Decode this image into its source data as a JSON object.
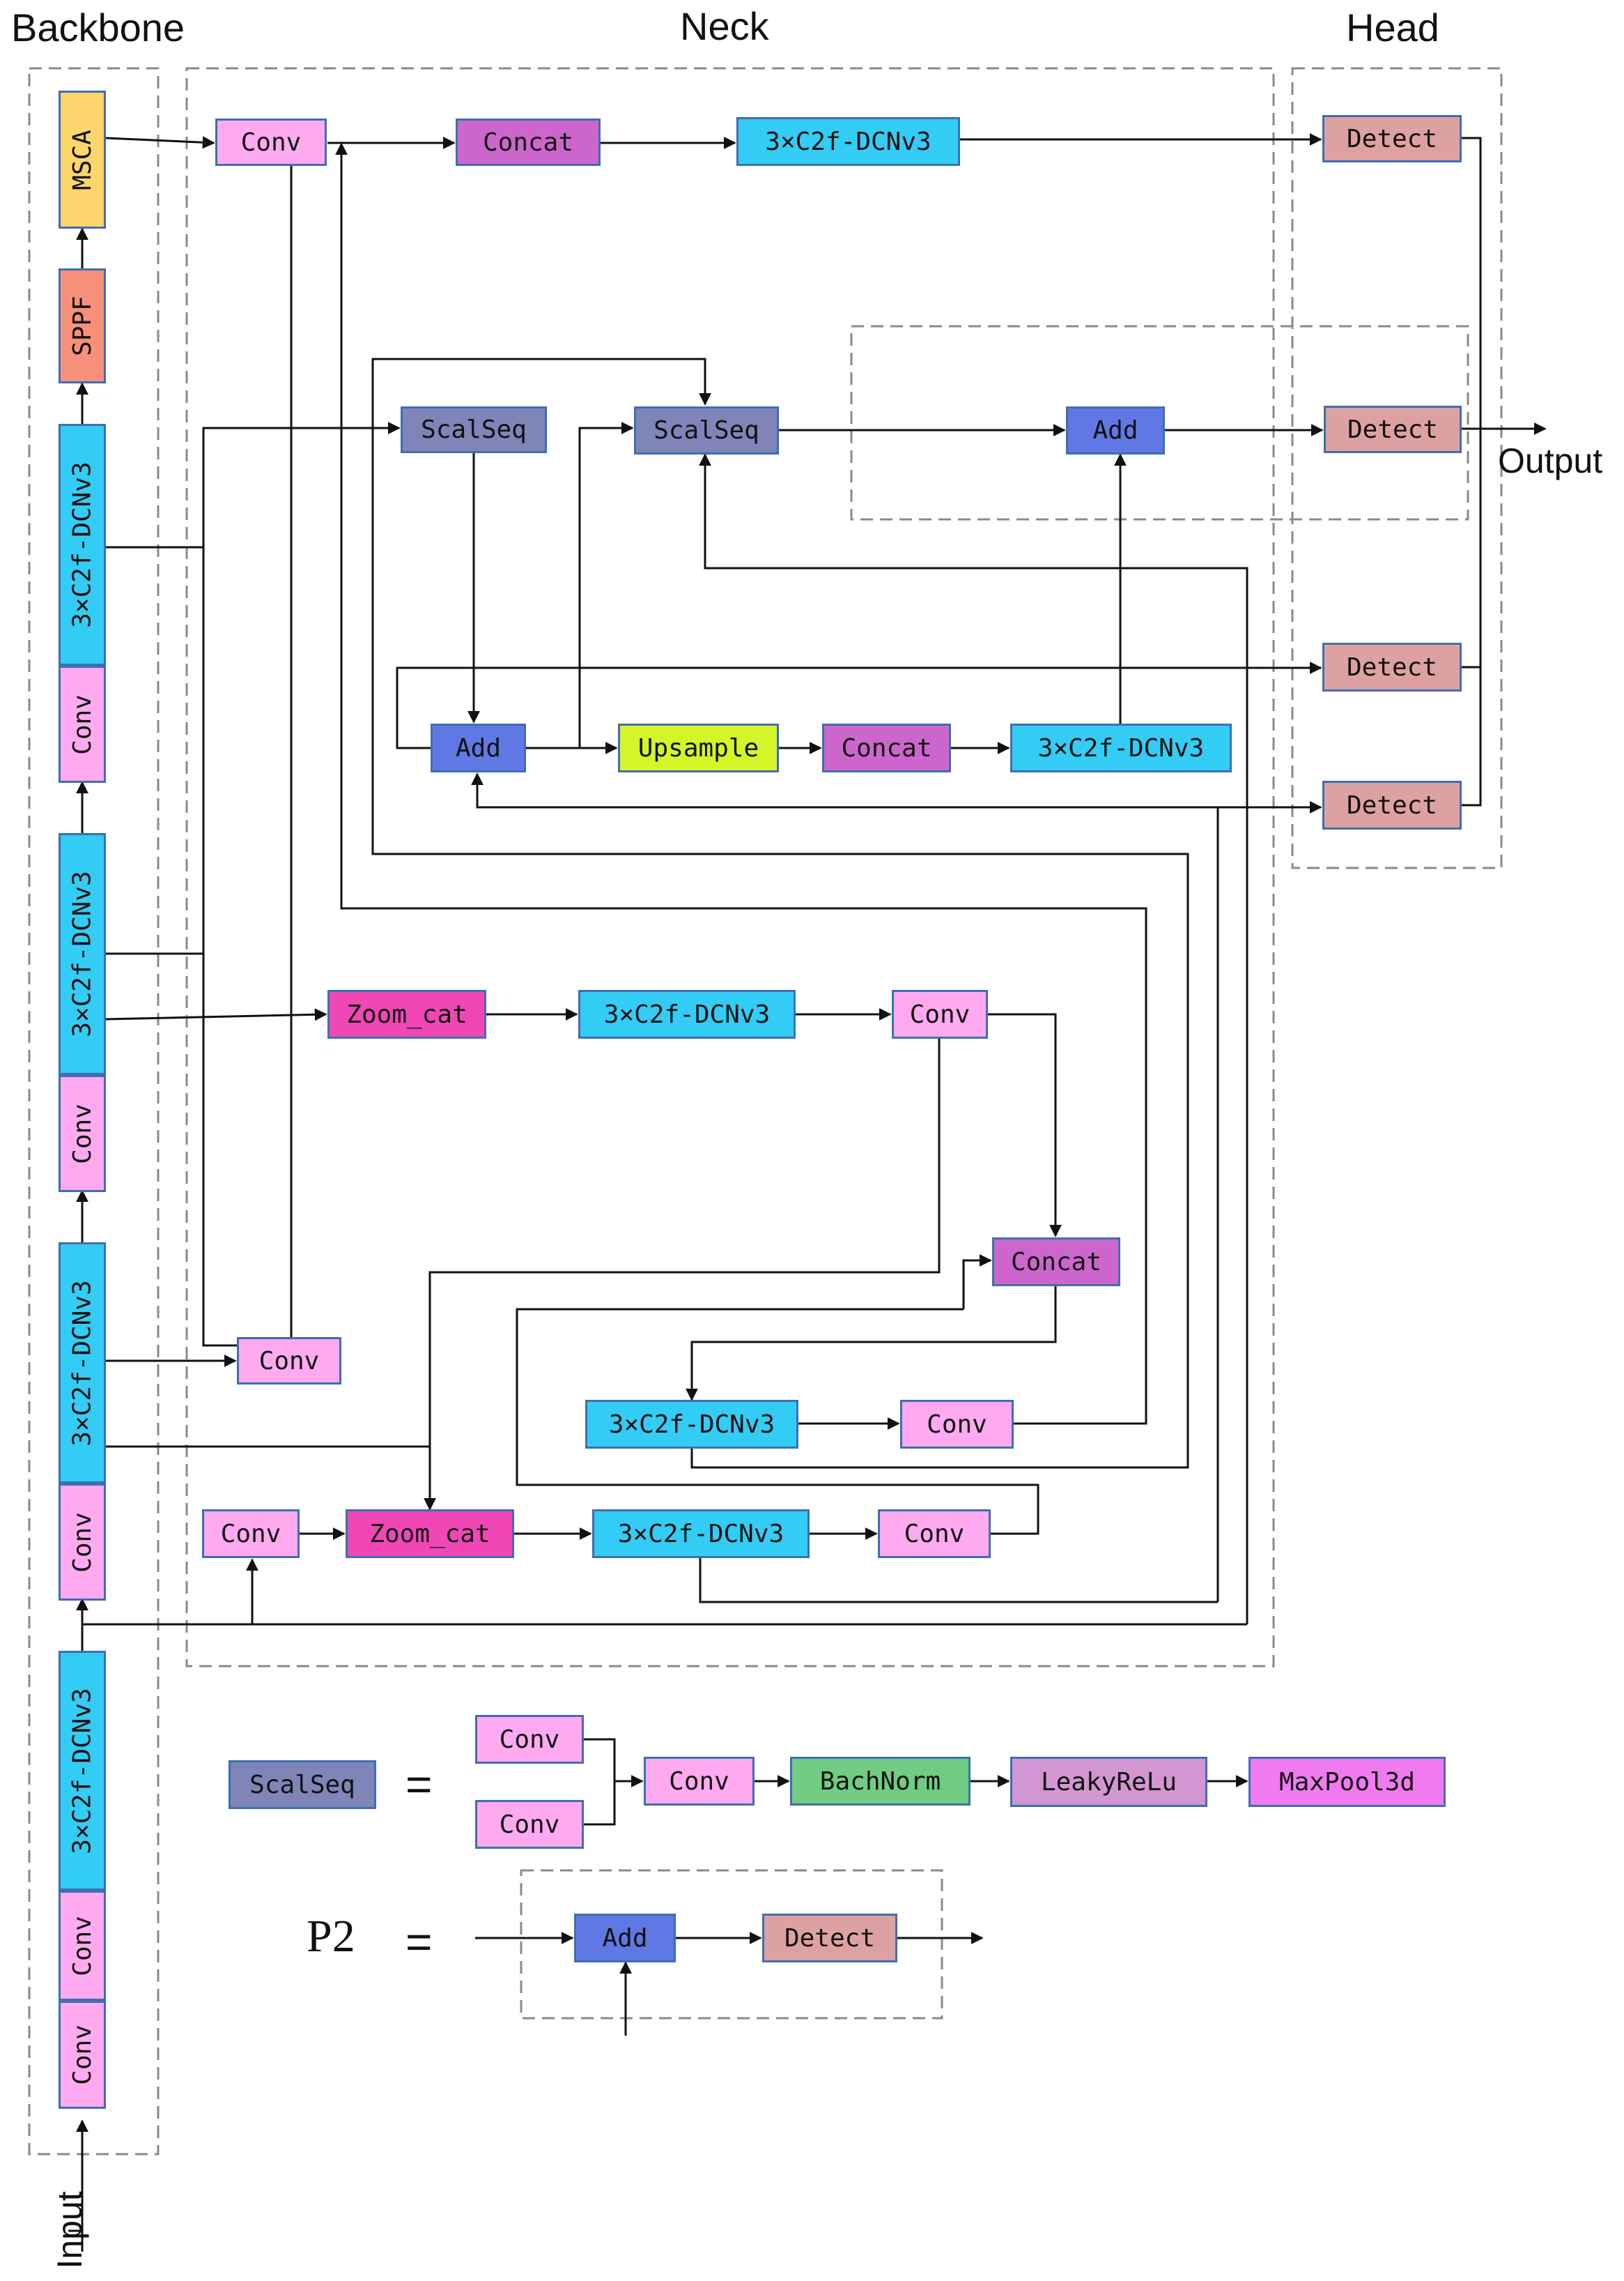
{
  "sections": {
    "backbone": "Backbone",
    "neck": "Neck",
    "head": "Head"
  },
  "io": {
    "input": "Input",
    "output": "Output"
  },
  "colors": {
    "conv": "#ffaaf0",
    "c2f": "#33ccf5",
    "concat": "#cc66cc",
    "scalseq": "#7f85b8",
    "add": "#5f78e4",
    "upsample": "#d5f528",
    "zoomcat": "#f046b6",
    "detect": "#dea1a1",
    "sppf": "#f6907a",
    "msca": "#fdd56d",
    "bachnorm": "#70cc82",
    "leakyrelu": "#d296d2",
    "maxpool": "#f07af0",
    "border": "#3e6fb0"
  },
  "backbone": {
    "conv_1": "Conv",
    "conv_2": "Conv",
    "c2f_1": "3×C2f-DCNv3",
    "conv_3": "Conv",
    "c2f_2": "3×C2f-DCNv3",
    "conv_4": "Conv",
    "c2f_3": "3×C2f-DCNv3",
    "conv_5": "Conv",
    "c2f_4": "3×C2f-DCNv3",
    "sppf": "SPPF",
    "msca": "MSCA"
  },
  "neck": {
    "conv_top": "Conv",
    "concat_top": "Concat",
    "c2f_top": "3×C2f-DCNv3",
    "scalseq_1": "ScalSeq",
    "scalseq_2": "ScalSeq",
    "add_right": "Add",
    "add_mid": "Add",
    "upsample": "Upsample",
    "concat_mid": "Concat",
    "c2f_mid": "3×C2f-DCNv3",
    "zoomcat_1": "Zoom_cat",
    "c2f_z1": "3×C2f-DCNv3",
    "conv_z1": "Conv",
    "concat_low": "Concat",
    "conv_small": "Conv",
    "c2f_low": "3×C2f-DCNv3",
    "conv_low": "Conv",
    "conv_bottom_left": "Conv",
    "zoomcat_2": "Zoom_cat",
    "c2f_bottom": "3×C2f-DCNv3",
    "conv_bottom_right": "Conv"
  },
  "head": {
    "detect_1": "Detect",
    "detect_2": "Detect",
    "detect_3": "Detect",
    "detect_4": "Detect"
  },
  "legend": {
    "scalseq": {
      "name": "ScalSeq",
      "eq": "=",
      "conv_a": "Conv",
      "conv_b": "Conv",
      "conv_c": "Conv",
      "bachnorm": "BachNorm",
      "leakyrelu": "LeakyReLu",
      "maxpool": "MaxPool3d"
    },
    "p2": {
      "name": "P2",
      "eq": "=",
      "add": "Add",
      "detect": "Detect"
    }
  }
}
